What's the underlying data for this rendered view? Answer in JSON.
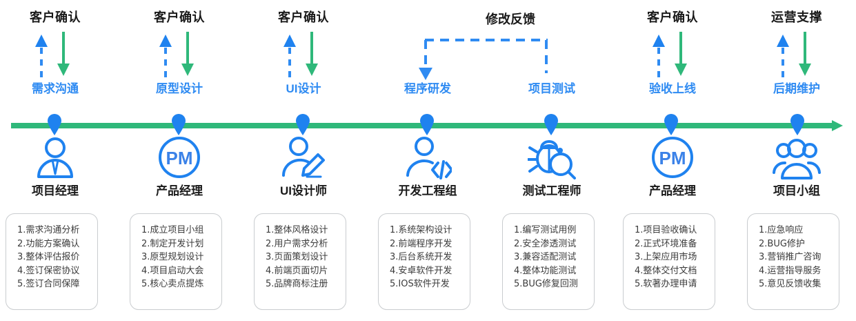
{
  "diagram": {
    "title_absent": true,
    "colors": {
      "blue": "#2f8bf2",
      "blue_dark": "#1f7ae0",
      "green": "#2fb87a",
      "text_dark": "#1a1a1a",
      "card_border": "#c9cccf",
      "detail_text": "#3b3b3b"
    },
    "timeline": {
      "name": "project-timeline",
      "direction": "left-to-right",
      "marker_count": 7
    },
    "feedback_loop": {
      "label": "修改反馈",
      "from_stage": "项目测试",
      "to_stage": "程序研发",
      "style": "dashed",
      "color": "#2f8bf2"
    },
    "columns": [
      {
        "id": "col-1",
        "header": "客户确认",
        "stage": "需求沟通",
        "role": "项目经理",
        "icon": "person-tie-icon",
        "up_arrow": "blue-dashed-up-arrow",
        "down_arrow": "green-solid-down-arrow",
        "details": [
          "1.需求沟通分析",
          "2.功能方案确认",
          "3.整体评估报价",
          "4.签订保密协议",
          "5.签订合同保障"
        ]
      },
      {
        "id": "col-2",
        "header": "客户确认",
        "stage": "原型设计",
        "role": "产品经理",
        "icon": "pm-circle-icon",
        "up_arrow": "blue-dashed-up-arrow",
        "down_arrow": "green-solid-down-arrow",
        "details": [
          "1.成立项目小组",
          "2.制定开发计划",
          "3.原型规划设计",
          "4.项目启动大会",
          "5.核心卖点提炼"
        ]
      },
      {
        "id": "col-3",
        "header": "客户确认",
        "stage": "UI设计",
        "role": "UI设计师",
        "icon": "person-pencil-icon",
        "up_arrow": "blue-dashed-up-arrow",
        "down_arrow": "green-solid-down-arrow",
        "details": [
          "1.整体风格设计",
          "2.用户需求分析",
          "3.页面策划设计",
          "4.前端页面切片",
          "5.品牌商标注册"
        ]
      },
      {
        "id": "col-4",
        "header": "",
        "stage": "程序研发",
        "role": "开发工程组",
        "icon": "person-code-icon",
        "up_arrow": "",
        "down_arrow": "",
        "details": [
          "1.系统架构设计",
          "2.前端程序开发",
          "3.后台系统开发",
          "4.安卓软件开发",
          "5.IOS软件开发"
        ]
      },
      {
        "id": "col-5",
        "header": "",
        "stage": "项目测试",
        "role": "测试工程师",
        "icon": "bug-magnifier-icon",
        "up_arrow": "",
        "down_arrow": "",
        "details": [
          "1.编写测试用例",
          "2.安全渗透测试",
          "3.兼容适配测试",
          "4.整体功能测试",
          "5.BUG修复回测"
        ]
      },
      {
        "id": "col-6",
        "header": "客户确认",
        "stage": "验收上线",
        "role": "产品经理",
        "icon": "pm-circle-icon",
        "up_arrow": "blue-dashed-up-arrow",
        "down_arrow": "green-solid-down-arrow",
        "details": [
          "1.项目验收确认",
          "2.正式环境准备",
          "3.上架应用市场",
          "4.整体交付文档",
          "5.软著办理申请"
        ]
      },
      {
        "id": "col-7",
        "header": "运营支撑",
        "stage": "后期维护",
        "role": "项目小组",
        "icon": "people-group-icon",
        "up_arrow": "blue-dashed-up-arrow",
        "down_arrow": "green-solid-down-arrow",
        "details": [
          "1.应急响应",
          "2.BUG修护",
          "3.营销推广咨询",
          "4.运营指导服务",
          "5.意见反馈收集"
        ]
      }
    ]
  }
}
